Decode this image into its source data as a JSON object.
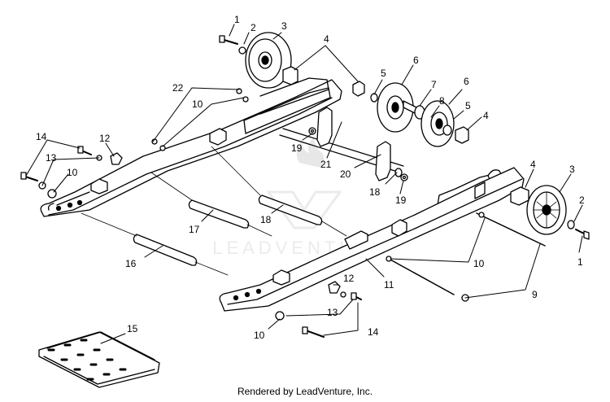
{
  "footer": "Rendered by LeadVenture, Inc.",
  "watermark": "LEADVENTURE",
  "colors": {
    "ink": "#000000",
    "watermark": "#cfcfcf",
    "background": "#ffffff"
  },
  "callouts": [
    {
      "id": "c1a",
      "label": "1"
    },
    {
      "id": "c2a",
      "label": "2"
    },
    {
      "id": "c3a",
      "label": "3"
    },
    {
      "id": "c4a",
      "label": "4"
    },
    {
      "id": "c5a",
      "label": "5"
    },
    {
      "id": "c6a",
      "label": "6"
    },
    {
      "id": "c7",
      "label": "7"
    },
    {
      "id": "c8",
      "label": "8"
    },
    {
      "id": "c6b",
      "label": "6"
    },
    {
      "id": "c5b",
      "label": "5"
    },
    {
      "id": "c4b",
      "label": "4"
    },
    {
      "id": "c22",
      "label": "22"
    },
    {
      "id": "c10a",
      "label": "10"
    },
    {
      "id": "c14a",
      "label": "14"
    },
    {
      "id": "c12a",
      "label": "12"
    },
    {
      "id": "c13a",
      "label": "13"
    },
    {
      "id": "c10b",
      "label": "10"
    },
    {
      "id": "c19a",
      "label": "19"
    },
    {
      "id": "c21",
      "label": "21"
    },
    {
      "id": "c20",
      "label": "20"
    },
    {
      "id": "c18a",
      "label": "18"
    },
    {
      "id": "c19b",
      "label": "19"
    },
    {
      "id": "c4c",
      "label": "4"
    },
    {
      "id": "c3b",
      "label": "3"
    },
    {
      "id": "c2b",
      "label": "2"
    },
    {
      "id": "c1b",
      "label": "1"
    },
    {
      "id": "c17",
      "label": "17"
    },
    {
      "id": "c18b",
      "label": "18"
    },
    {
      "id": "c16",
      "label": "16"
    },
    {
      "id": "c10c",
      "label": "10"
    },
    {
      "id": "c11",
      "label": "11"
    },
    {
      "id": "c9",
      "label": "9"
    },
    {
      "id": "c12b",
      "label": "12"
    },
    {
      "id": "c13b",
      "label": "13"
    },
    {
      "id": "c10d",
      "label": "10"
    },
    {
      "id": "c14b",
      "label": "14"
    },
    {
      "id": "c15",
      "label": "15"
    }
  ]
}
